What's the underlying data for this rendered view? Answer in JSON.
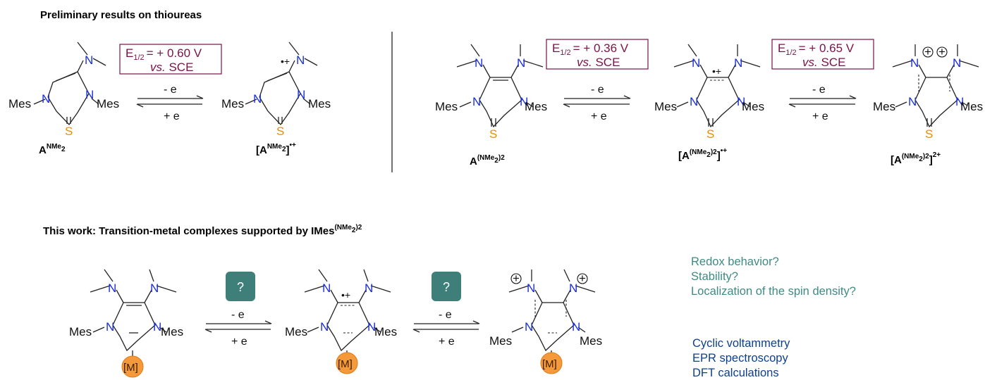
{
  "headings": {
    "preliminary": "Preliminary results on thioureas",
    "this_work_prefix": "This work: Transition-metal complexes supported by IMes",
    "this_work_sup": "(NMe",
    "this_work_sub": "2",
    "this_work_sup_end": ")2"
  },
  "atoms": {
    "N": "N",
    "S": "S",
    "mes": "Mes",
    "metal": "[M]"
  },
  "redox": {
    "minus_e": "- e",
    "plus_e": "+ e",
    "E_symbol": "E",
    "E_sub": "1/2",
    "vs_label": "vs.",
    "sce_label": " SCE",
    "potentials": [
      "= + 0.60 V",
      "= + 0.36 V",
      "= + 0.65 V"
    ],
    "question_mark": "?"
  },
  "compounds": {
    "c1": {
      "base": "A",
      "sup": "NMe",
      "sub": "2",
      "after": ""
    },
    "c2": {
      "open": "[A",
      "sup": "NMe",
      "sub": "2",
      "close": "]",
      "charge": "•+"
    },
    "c3": {
      "base": "A",
      "sup": "(NMe",
      "sub": "2",
      "sup2": ")2",
      "after": ""
    },
    "c4": {
      "open": "[A",
      "sup": "(NMe",
      "sub": "2",
      "sup2": ")2",
      "close": "]",
      "charge": "•+"
    },
    "c5": {
      "open": "[A",
      "sup": "(NMe",
      "sub": "2",
      "sup2": ")2",
      "close": "]",
      "charge": "2+"
    }
  },
  "charges": {
    "radical_cation": "•+",
    "cation": "+"
  },
  "questions": [
    "Redox behavior?",
    "Stability?",
    "Localization of the spin density?"
  ],
  "methods": [
    "Cyclic voltammetry",
    "EPR spectroscopy",
    "DFT calculations"
  ],
  "colors": {
    "nitrogen": "#1a2fd6",
    "sulfur": "#f08a00",
    "potential": "#7a1248",
    "question_box": "#3f7f7a",
    "questions_text": "#3f8a84",
    "methods_text": "#0d3f8f",
    "metal_ball": "#f59a3a"
  }
}
